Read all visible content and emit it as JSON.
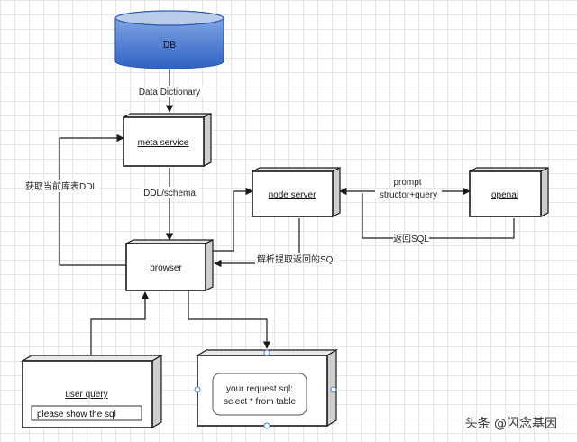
{
  "db": {
    "label": "DB"
  },
  "nodes": {
    "meta_service": "meta service",
    "node_server": "node server",
    "openai": "openai",
    "browser": "browser",
    "user_query": "user query"
  },
  "user_query_input": "please show the sql",
  "request_box": {
    "line1": "your request sql:",
    "line2": "select * from table"
  },
  "edges": {
    "data_dictionary": "Data Dictionary",
    "ddl_schema": "DDL/schema",
    "get_ddl": "获取当前库表DDL",
    "prompt_line1": "prompt",
    "prompt_line2": "structor+query",
    "return_sql": "返回SQL",
    "parse_sql": "解析提取返回的SQL"
  },
  "watermark": "头条 @闪念基因",
  "colors": {
    "db_top": "#b9ccea",
    "db_body": "#3a6fcf",
    "db_edge": "#2d5bb0",
    "box_fill": "#ffffff",
    "box_side": "#d0d0d0",
    "line": "#1a1a1a"
  }
}
